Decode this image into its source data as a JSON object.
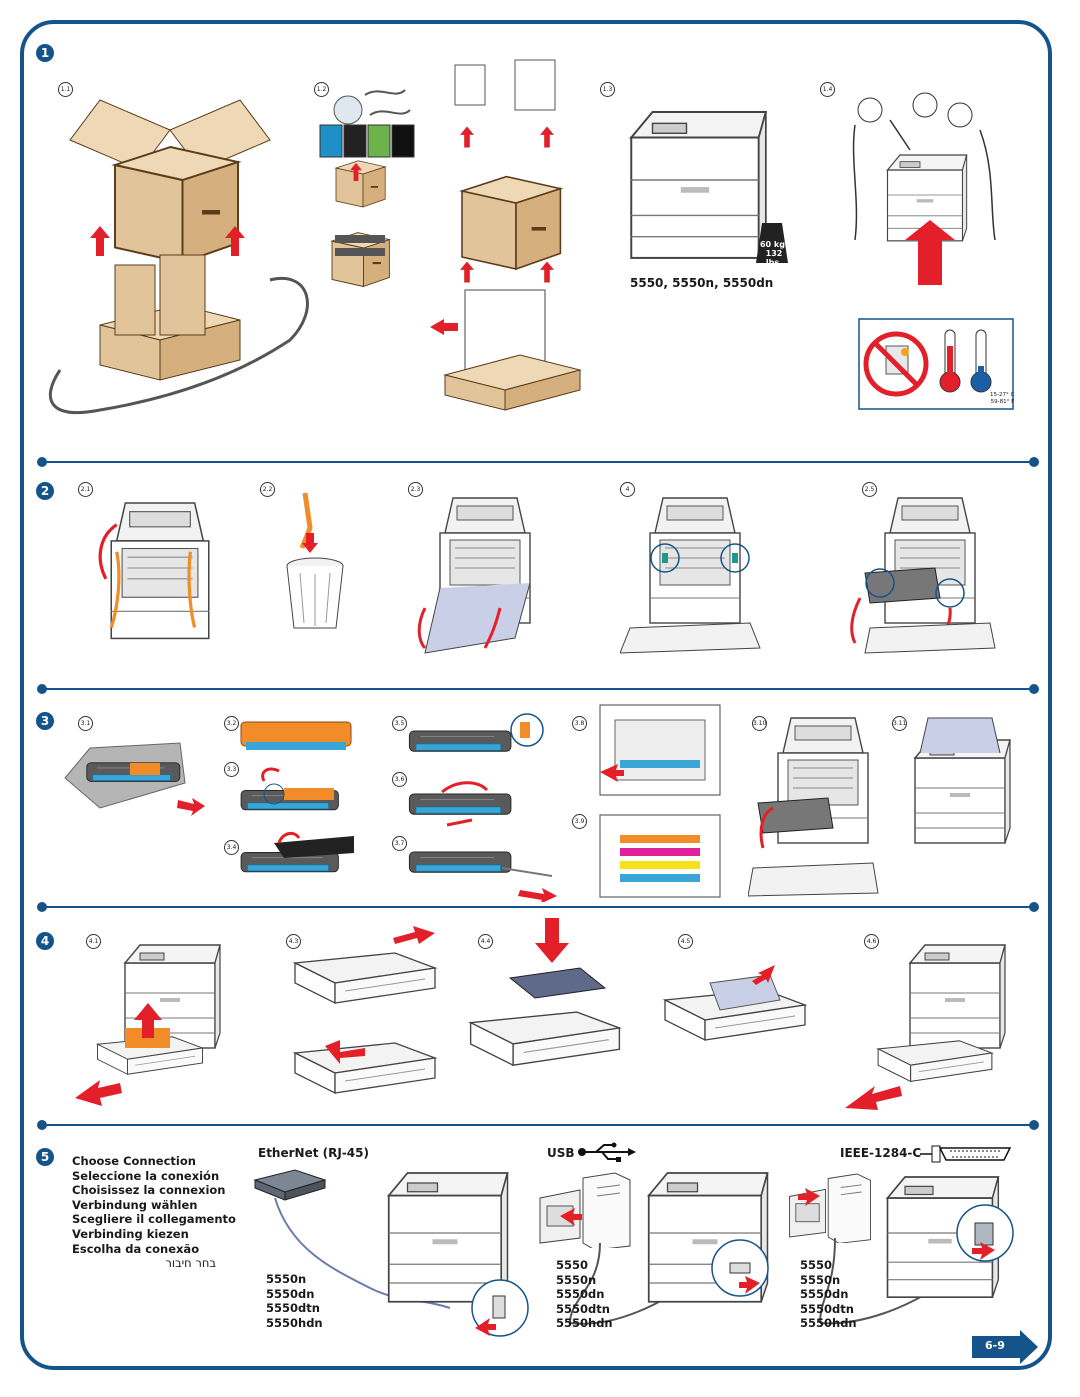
{
  "sections": [
    "1",
    "2",
    "3",
    "4",
    "5"
  ],
  "steps": {
    "s1": [
      "1.1",
      "1.2",
      "1.3",
      "1.4"
    ],
    "s2": [
      "2.1",
      "2.2",
      "2.3",
      "4",
      "2.5"
    ],
    "s3": [
      "3.1",
      "3.2",
      "3.3",
      "3.4",
      "3.5",
      "3.6",
      "3.7",
      "3.8",
      "3.9",
      "3.10",
      "3.11"
    ],
    "s4": [
      "4.1",
      "4.3",
      "4.4",
      "4.5",
      "4.6"
    ]
  },
  "printer_models": "5550, 5550n, 5550dn",
  "weight": {
    "kg": "60 kg.",
    "lbs": "132 lbs."
  },
  "temperature": {
    "celsius": "15-27° C",
    "fahrenheit": "59-81° F"
  },
  "connection_labels": [
    "Choose Connection",
    "Seleccione la conexión",
    "Choisissez la connexion",
    "Verbindung wählen",
    "Scegliere il collegamento",
    "Verbinding kiezen",
    "Escolha da conexão",
    "בחר חיבור"
  ],
  "connections": {
    "ethernet": {
      "label": "EtherNet (RJ-45)",
      "models": [
        "5550n",
        "5550dn",
        "5550dtn",
        "5550hdn"
      ]
    },
    "usb": {
      "label": "USB",
      "models": [
        "5550",
        "5550n",
        "5550dn",
        "5550dtn",
        "5550hdn"
      ]
    },
    "parallel": {
      "label": "IEEE-1284-C",
      "models": [
        "5550",
        "5550n",
        "5550dn",
        "5550dtn",
        "5550hdn"
      ]
    }
  },
  "page_ref": "6-9",
  "colors": {
    "frame": "#14548a",
    "arrow": "#e3202a",
    "cartridge": "#3aa6d8",
    "orange": "#f28c28",
    "box": "#e2c49a"
  }
}
